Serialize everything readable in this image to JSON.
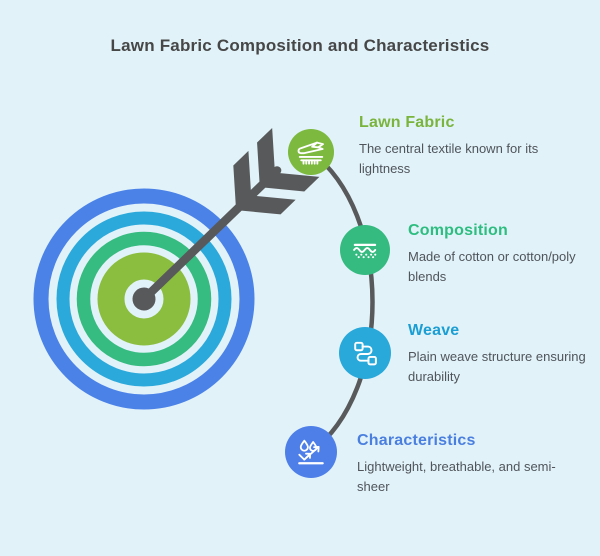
{
  "title": "Lawn Fabric Composition and Characteristics",
  "colors": {
    "background": "#e1f2f9",
    "title_text": "#474747",
    "body_text": "#50555b",
    "arrow": "#58595b",
    "connector": "#58595b",
    "ring_outer_blue": "#4b82e8",
    "ring_cyan": "#2ca9db",
    "ring_emerald": "#36bb80",
    "ring_inner_green": "#8bbe3f",
    "center_dot": "#58595b",
    "icon_stroke": "#ffffff"
  },
  "items": [
    {
      "label": "Lawn Fabric",
      "description": "The central textile known for its lightness",
      "accent": "#7ab43c",
      "circle": "#7cb93e",
      "icon": "fabric-roll-icon"
    },
    {
      "label": "Composition",
      "description": "Made of cotton or cotton/poly blends",
      "accent": "#2ebd80",
      "circle": "#35ba80",
      "icon": "fabric-layers-icon"
    },
    {
      "label": "Weave",
      "description": "Plain weave structure ensuring durability",
      "accent": "#1b9ed3",
      "circle": "#29a8da",
      "icon": "flow-path-icon"
    },
    {
      "label": "Characteristics",
      "description": "Lightweight, breathable, and semi-sheer",
      "accent": "#4a7fe0",
      "circle": "#4e7fe8",
      "icon": "water-droplets-bounce-icon"
    }
  ]
}
